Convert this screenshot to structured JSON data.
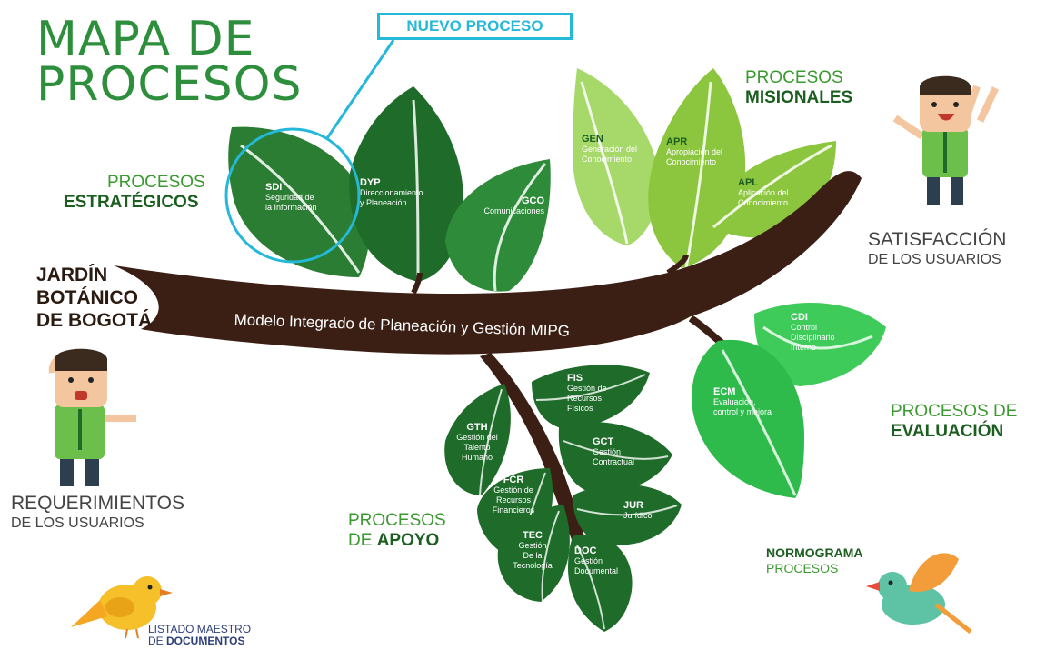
{
  "title": {
    "line1": "MAPA DE",
    "line2": "PROCESOS"
  },
  "nuevo_proceso": "NUEVO PROCESO",
  "org": {
    "line1": "JARDÍN",
    "line2": "BOTÁNICO",
    "line3": "DE BOGOTÁ"
  },
  "branch_label": "Modelo Integrado de Planeación y Gestión MIPG",
  "groups": {
    "estrategicos": {
      "line1": "PROCESOS",
      "line2": "ESTRATÉGICOS"
    },
    "misionales": {
      "line1": "PROCESOS",
      "line2": "MISIONALES"
    },
    "evaluacion": {
      "line1": "PROCESOS DE",
      "line2": "EVALUACIÓN"
    },
    "apoyo": {
      "line1": "PROCESOS",
      "line2": "DE ",
      "line2b": "APOYO"
    }
  },
  "satisfaccion": {
    "line1": "SATISFACCIÓN",
    "line2": "DE LOS USUARIOS"
  },
  "requerimientos": {
    "line1": "REQUERIMIENTOS",
    "line2": "DE LOS USUARIOS"
  },
  "normograma": {
    "line1": "NORMOGRAMA",
    "line2": "PROCESOS"
  },
  "listado": {
    "line1": "LISTADO MAESTRO",
    "line2a": "DE ",
    "line2b": "DOCUMENTOS"
  },
  "leaves": {
    "sdi": {
      "code": "SDI",
      "l1": "Seguridad de",
      "l2": "la Información"
    },
    "dyp": {
      "code": "DYP",
      "l1": "Direccionamiento",
      "l2": "y Planeación"
    },
    "gco": {
      "code": "GCO",
      "l1": "Comunicaciones"
    },
    "gen": {
      "code": "GEN",
      "l1": "Generación del",
      "l2": "Conocimiento"
    },
    "apr": {
      "code": "APR",
      "l1": "Apropiación del",
      "l2": "Conocimiento"
    },
    "apl": {
      "code": "APL",
      "l1": "Aplicación del",
      "l2": "Conocimiento"
    },
    "cdi": {
      "code": "CDI",
      "l1": "Control",
      "l2": "Disciplinario",
      "l3": "Interno"
    },
    "ecm": {
      "code": "ECM",
      "l1": "Evaluación,",
      "l2": "control y mejora"
    },
    "fis": {
      "code": "FIS",
      "l1": "Gestión de",
      "l2": "Recursos",
      "l3": "Físicos"
    },
    "gth": {
      "code": "GTH",
      "l1": "Gestión del",
      "l2": "Talento",
      "l3": "Humano"
    },
    "gct": {
      "code": "GCT",
      "l1": "Gestión",
      "l2": "Contractual"
    },
    "fcr": {
      "code": "FCR",
      "l1": "Gestión de",
      "l2": "Recursos",
      "l3": "Financieros"
    },
    "jur": {
      "code": "JUR",
      "l1": "Jurídico"
    },
    "tec": {
      "code": "TEC",
      "l1": "Gestión",
      "l2": "De la",
      "l3": "Tecnología"
    },
    "doc": {
      "code": "DOC",
      "l1": "Gestión",
      "l2": "Documental"
    }
  },
  "colors": {
    "dark_leaf": "#1e6b2a",
    "mid_leaf": "#2e8b3a",
    "light_leaf": "#8cc63f",
    "bright_leaf": "#3ecb5a",
    "branch": "#3b1f14",
    "accent": "#25b8d9"
  }
}
